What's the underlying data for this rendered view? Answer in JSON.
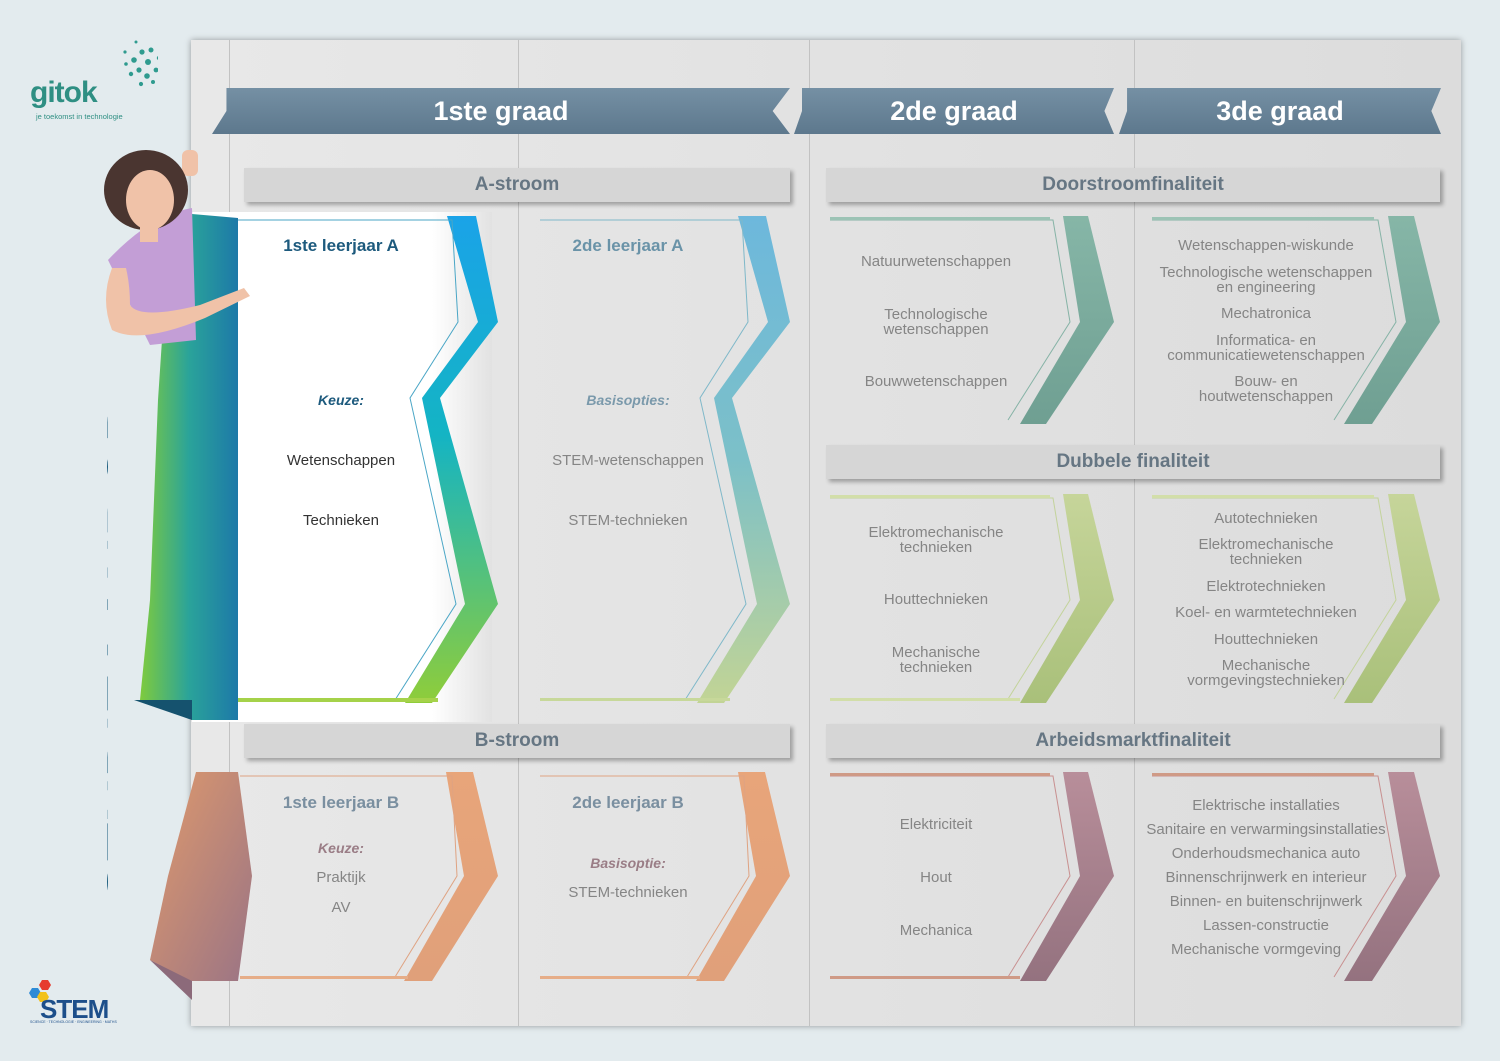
{
  "logo": {
    "brand": "gitok",
    "tagline": "je toekomst in technologie"
  },
  "side_title": "STUDIEAANBOD",
  "stem_logo": {
    "text": "STEM",
    "subtitle": "SCIENCE · TECHNOLOGIE · ENGINEERING · MATHS"
  },
  "grades": [
    "1ste graad",
    "2de graad",
    "3de graad"
  ],
  "bars": {
    "a_stroom": "A-stroom",
    "b_stroom": "B-stroom",
    "doorstroom": "Doorstroomfinaliteit",
    "dubbele": "Dubbele finaliteit",
    "arbeidsmarkt": "Arbeidsmarktfinaliteit"
  },
  "a1": {
    "title": "1ste leerjaar A",
    "keuze": "Keuze:",
    "items": [
      "Wetenschappen",
      "Technieken"
    ]
  },
  "a2": {
    "title": "2de leerjaar A",
    "keuze": "Basisopties:",
    "items": [
      "STEM-wetenschappen",
      "STEM-technieken"
    ]
  },
  "b1": {
    "title": "1ste leerjaar B",
    "keuze": "Keuze:",
    "items": [
      "Praktijk",
      "AV"
    ]
  },
  "b2": {
    "title": "2de leerjaar B",
    "keuze": "Basisoptie:",
    "items": [
      "STEM-technieken"
    ]
  },
  "doorstroom_2": [
    "Natuurwetenschappen",
    "Technologische wetenschappen",
    "Bouwwetenschappen"
  ],
  "doorstroom_3": [
    "Wetenschappen-wiskunde",
    "Technologische wetenschappen en engineering",
    "Mechatronica",
    "Informatica- en communicatiewetenschappen",
    "Bouw- en houtwetenschappen"
  ],
  "dubbele_2": [
    "Elektromechanische technieken",
    "Houttechnieken",
    "Mechanische technieken"
  ],
  "dubbele_3": [
    "Autotechnieken",
    "Elektromechanische technieken",
    "Elektrotechnieken",
    "Koel- en warmtetechnieken",
    "Houttechnieken",
    "Mechanische vormgevingstechnieken"
  ],
  "arbeid_2": [
    "Elektriciteit",
    "Hout",
    "Mechanica"
  ],
  "arbeid_3": [
    "Elektrische installaties",
    "Sanitaire en verwarmingsinstallaties",
    "Onderhoudsmechanica auto",
    "Binnenschrijnwerk en interieur",
    "Binnen- en buitenschrijnwerk",
    "Lassen-constructie",
    "Mechanische vormgeving"
  ]
}
